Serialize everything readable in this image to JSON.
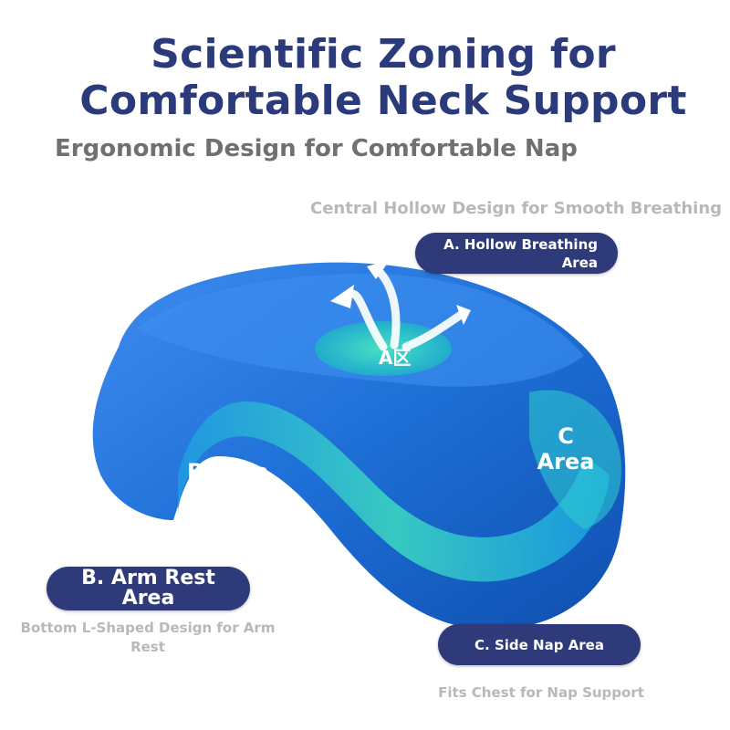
{
  "heading": {
    "title_line1": "Scientific Zoning for",
    "title_line2": "Comfortable Neck Support",
    "subtitle": "Ergonomic Design for Comfortable Nap"
  },
  "zone_a": {
    "note": "Central Hollow Design for Smooth Breathing",
    "pill_line1": "A. Hollow Breathing",
    "pill_line2": "Area",
    "on_image_label": "A区"
  },
  "zone_b": {
    "pill": "B. Arm Rest Area",
    "note": "Bottom L-Shaped Design for Arm Rest",
    "on_image_label": "B Area"
  },
  "zone_c": {
    "pill": "C. Side Nap Area",
    "note": "Fits Chest for Nap Support",
    "on_image_label_line1": "C",
    "on_image_label_line2": "Area"
  },
  "colors": {
    "title": "#2b3a7a",
    "pill": "#2f3a7a",
    "pillow_blue": "#1d6fd6",
    "highlight_teal": "#3fe0c0"
  }
}
